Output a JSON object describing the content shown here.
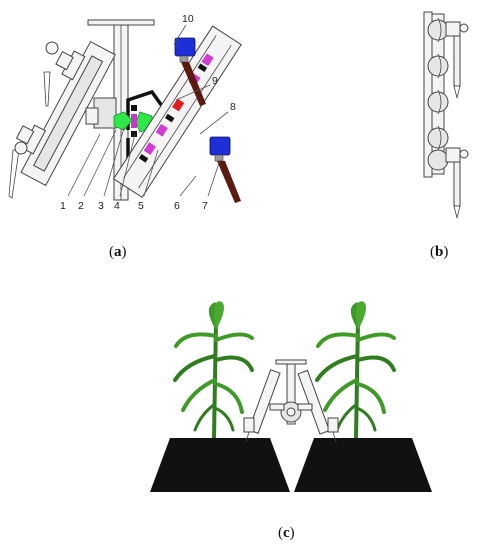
{
  "captions": {
    "a": "a",
    "b": "b",
    "c": "c"
  },
  "part_numbers": [
    "1",
    "2",
    "3",
    "4",
    "5",
    "6",
    "7",
    "8",
    "9",
    "10"
  ],
  "colors": {
    "motor_green": "#2ee84a",
    "actuator_blue": "#1f2fd8",
    "blade_brown": "#5a1a10",
    "spacer_magenta": "#d23cd2",
    "sensor_red": "#e31d1d",
    "soil_ridge": "#111111",
    "leaf_green": "#2f7d1e"
  }
}
